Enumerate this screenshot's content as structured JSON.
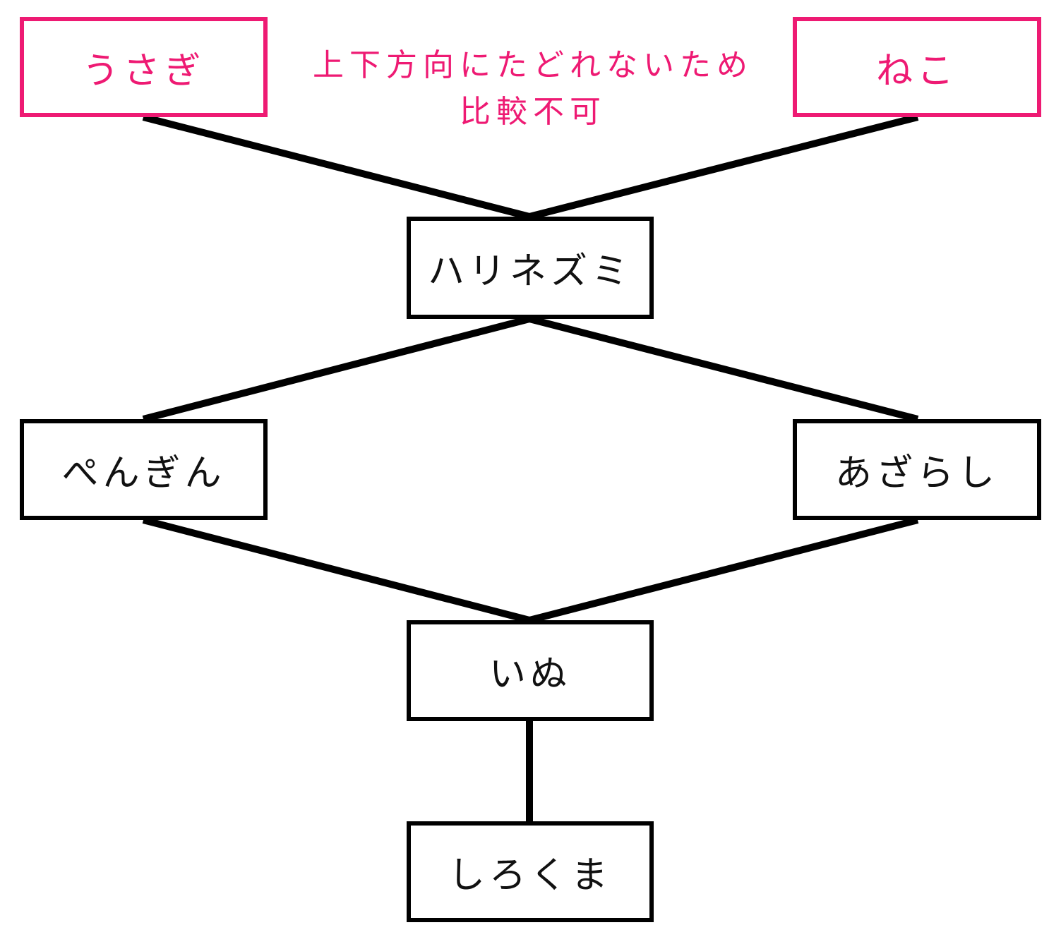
{
  "colors": {
    "edge": "#000000",
    "node_border": "#000000",
    "highlight": "#ee1a73",
    "background": "#ffffff"
  },
  "nodes": {
    "usagi": "うさぎ",
    "neko": "ねこ",
    "harinezumi": "ハリネズミ",
    "pengin": "ぺんぎん",
    "azarashi": "あざらし",
    "inu": "いぬ",
    "shirokuma": "しろくま"
  },
  "note": {
    "line1": "上下方向にたどれないため",
    "line2": "比較不可"
  },
  "edges": [
    [
      "usagi",
      "harinezumi"
    ],
    [
      "neko",
      "harinezumi"
    ],
    [
      "harinezumi",
      "pengin"
    ],
    [
      "harinezumi",
      "azarashi"
    ],
    [
      "pengin",
      "inu"
    ],
    [
      "azarashi",
      "inu"
    ],
    [
      "inu",
      "shirokuma"
    ]
  ]
}
